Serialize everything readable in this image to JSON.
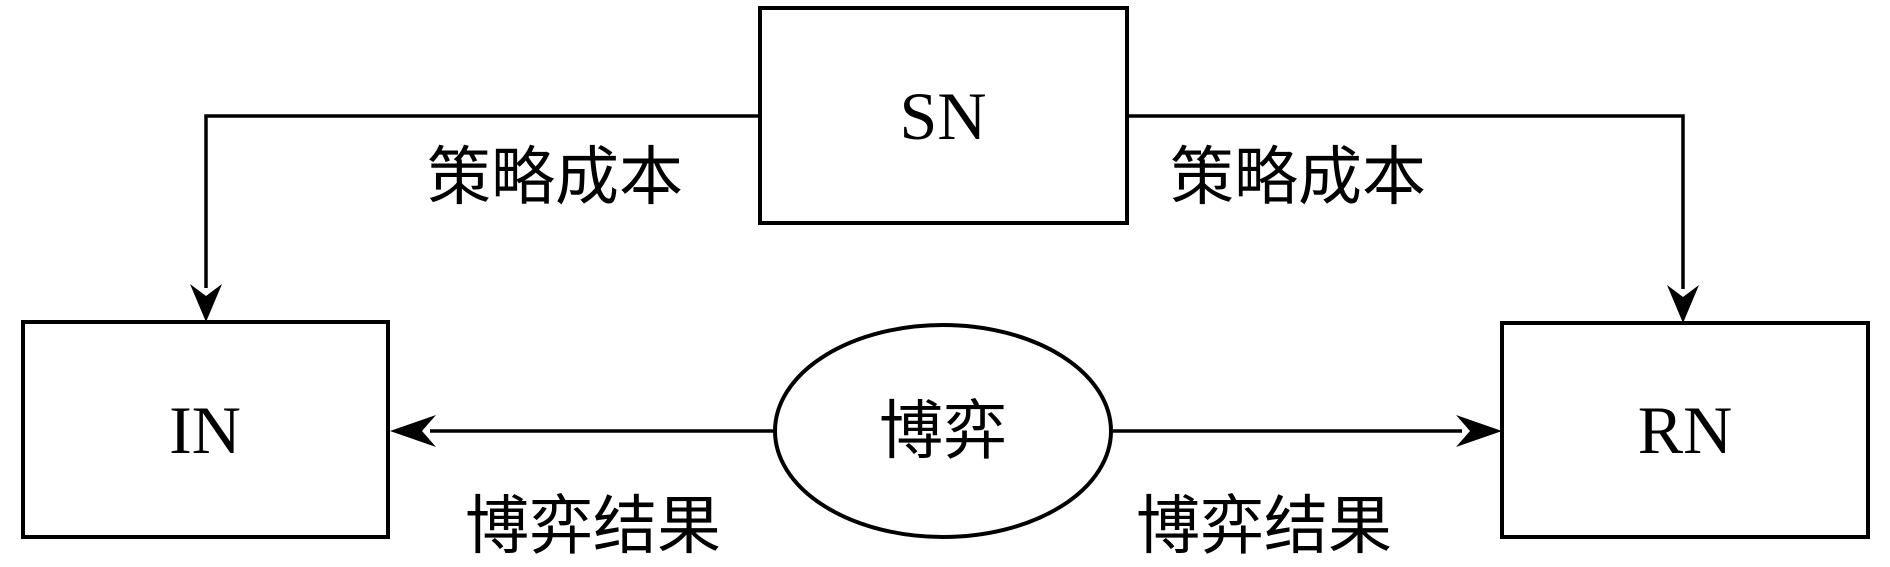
{
  "diagram": {
    "type": "flow-diagram",
    "colors": {
      "stroke": "#000000",
      "fill": "#ffffff",
      "text": "#000000"
    },
    "nodes": [
      {
        "id": "sn",
        "label": "SN",
        "shape": "rectangle"
      },
      {
        "id": "in",
        "label": "IN",
        "shape": "rectangle"
      },
      {
        "id": "rn",
        "label": "RN",
        "shape": "rectangle"
      },
      {
        "id": "game",
        "label": "博弈",
        "shape": "ellipse"
      }
    ],
    "edges": [
      {
        "from": "sn",
        "to": "in",
        "label": "策略成本",
        "direction": "down-left"
      },
      {
        "from": "sn",
        "to": "rn",
        "label": "策略成本",
        "direction": "down-right"
      },
      {
        "from": "game",
        "to": "in",
        "label": "博弈结果",
        "direction": "left"
      },
      {
        "from": "game",
        "to": "rn",
        "label": "博弈结果",
        "direction": "right"
      }
    ]
  }
}
